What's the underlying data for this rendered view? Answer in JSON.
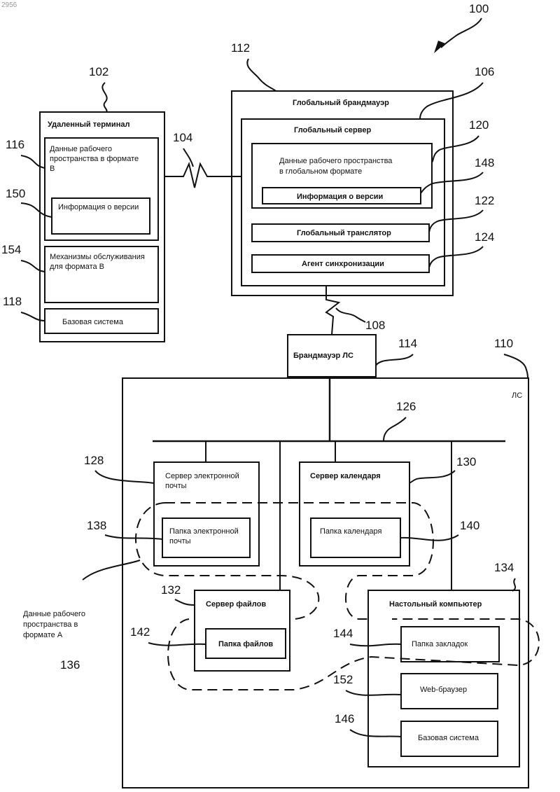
{
  "page_number": "2956",
  "refs": {
    "system": "100",
    "remote": "102",
    "link1": "104",
    "global_server": "106",
    "link2": "108",
    "lan": "110",
    "global_fw": "112",
    "lan_fw": "114",
    "ws_b": "116",
    "base_remote": "118",
    "ws_global": "120",
    "translator": "122",
    "sync": "124",
    "bus": "126",
    "mail_server": "128",
    "cal_server": "130",
    "file_server": "132",
    "desktop": "134",
    "ws_a": "136",
    "mail_folder": "138",
    "cal_folder": "140",
    "file_folder": "142",
    "bookmarks": "144",
    "base_desktop": "146",
    "version_global": "148",
    "version_remote": "150",
    "browser": "152",
    "services": "154"
  },
  "remote": {
    "title": "Удаленный терминал",
    "ws_line1": "Данные рабочего",
    "ws_line2": "пространства в формате",
    "ws_line3": "В",
    "version": "Информация о версии",
    "services_line1": "Механизмы обслуживания",
    "services_line2": "для  формата В",
    "base": "Базовая система"
  },
  "global": {
    "firewall": "Глобальный брандмауэр",
    "server": "Глобальный сервер",
    "ws_line1": "Данные рабочего пространства",
    "ws_line2": "в глобальном формате",
    "version": "Информация о версии",
    "translator": "Глобальный транслятор",
    "sync": "Агент синхронизации"
  },
  "lan": {
    "firewall": "Брандмауэр ЛС",
    "label": "ЛС",
    "mail_server_line1": "Сервер электронной",
    "mail_server_line2": "почты",
    "mail_folder_line1": "Папка электронной",
    "mail_folder_line2": "почты",
    "cal_server": "Сервер календаря",
    "cal_folder": "Папка календаря",
    "file_server": "Сервер файлов",
    "file_folder": "Папка файлов",
    "desktop": "Настольный компьютер",
    "bookmarks": "Папка закладок",
    "browser": "Web-браузер",
    "base": "Базовая система",
    "ws_a_line1": "Данные рабочего",
    "ws_a_line2": "пространства в",
    "ws_a_line3": "формате А"
  }
}
